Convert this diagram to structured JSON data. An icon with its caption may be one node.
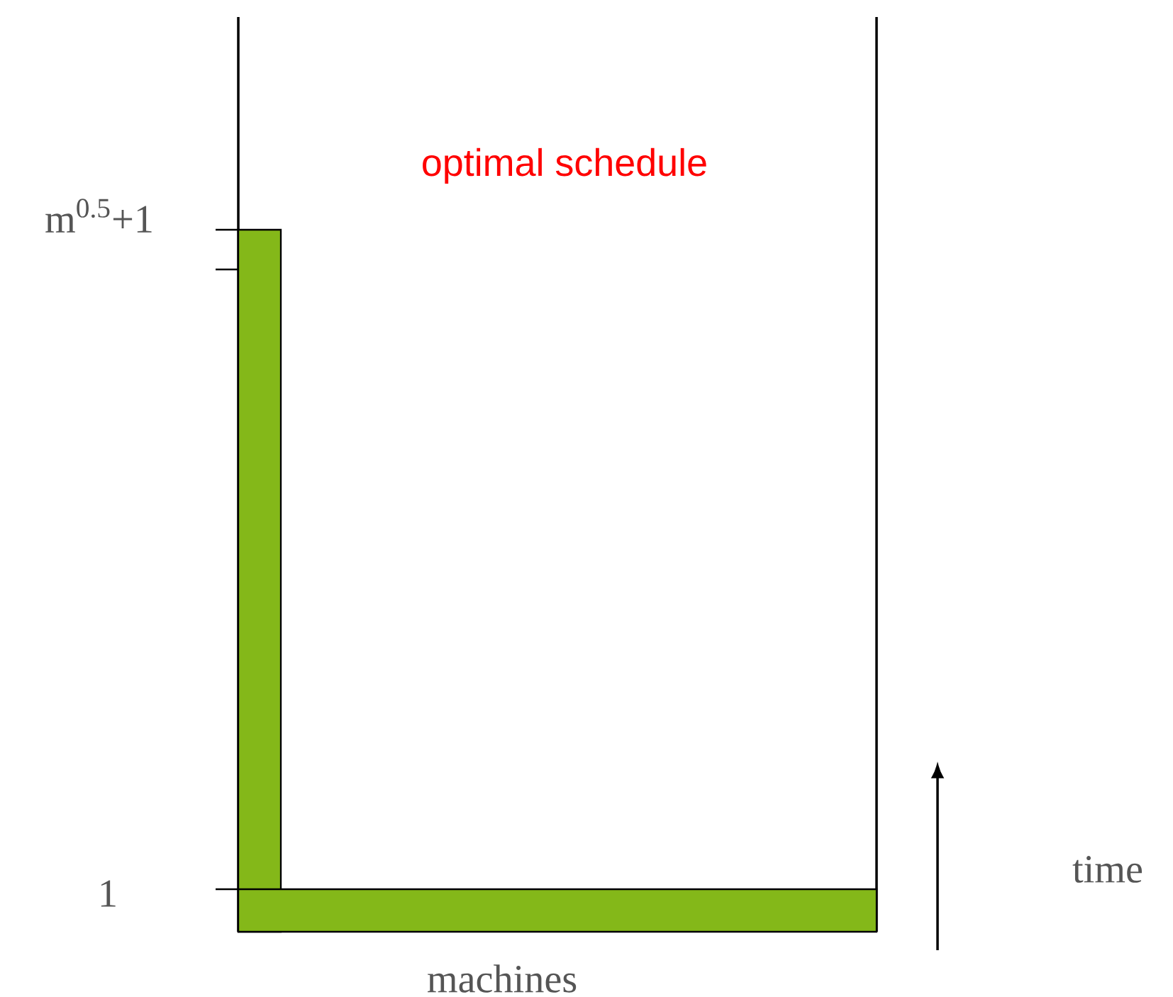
{
  "diagram": {
    "title": "optimal schedule",
    "nodes": [
      {
        "text": [],
        "shape": "bar"
      },
      {
        "text": [],
        "shape": "bar"
      }
    ],
    "labels": [
      "m$^{0.5}$+1",
      "1",
      "machines",
      "time"
    ]
  }
}
